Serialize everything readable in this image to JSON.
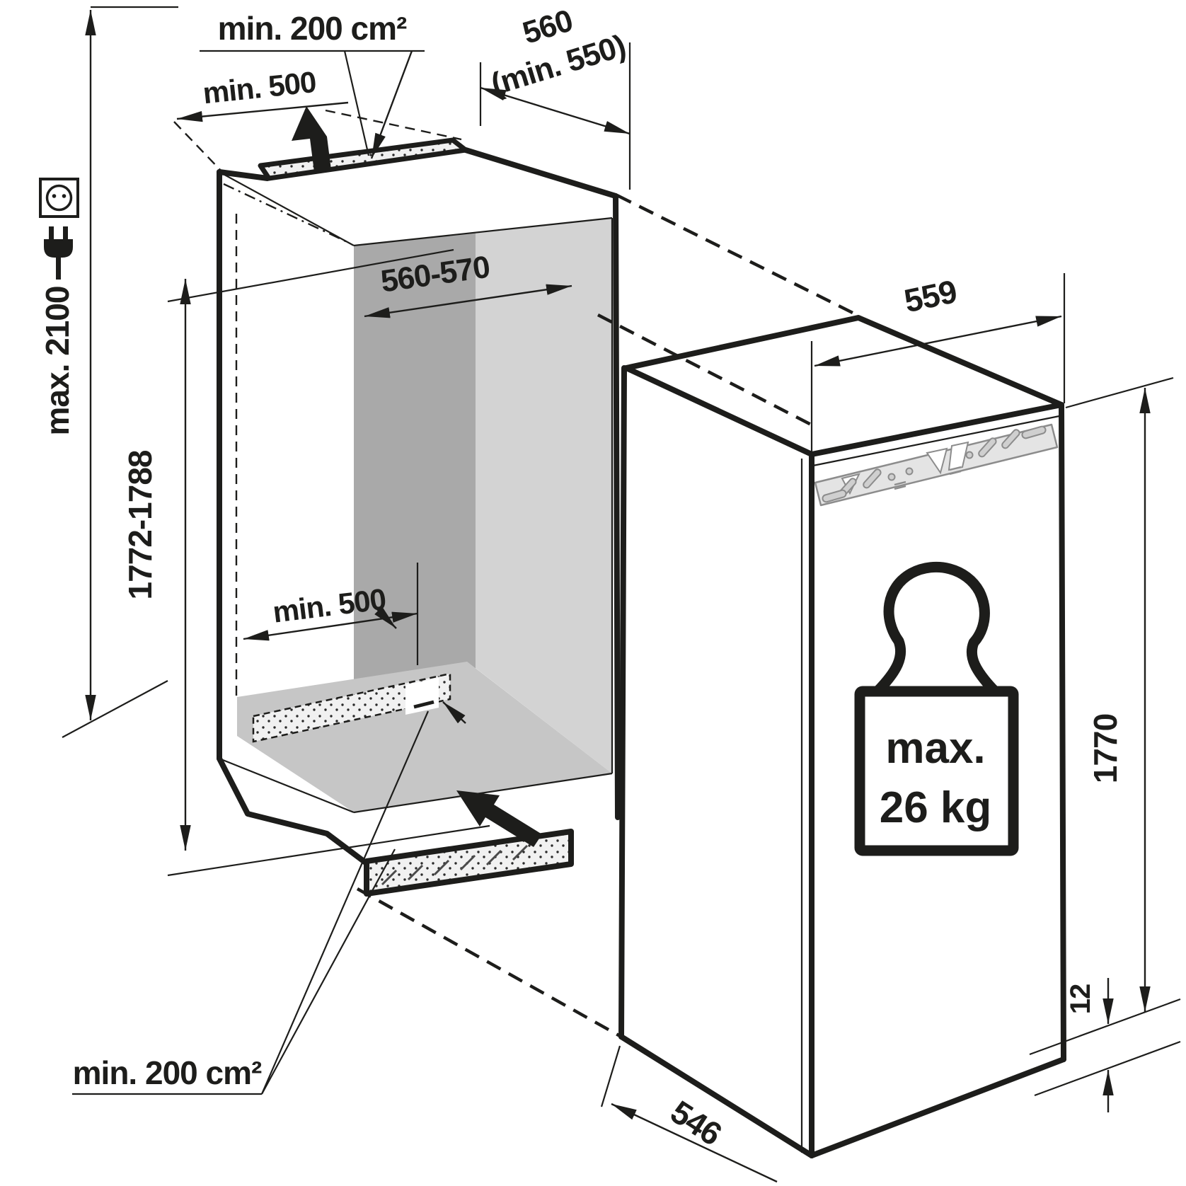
{
  "diagram_title": "built-in appliance niche installation dimensions",
  "labels": {
    "vent_top_area": "min. 200 cm²",
    "clearance_top": "min. 500",
    "niche_depth_line1": "560",
    "niche_depth_line2": "(min. 550)",
    "niche_interior_width": "560-570",
    "ceiling_max_height": "max. 2100",
    "niche_height": "1772-1788",
    "clearance_bottom": "min. 500",
    "vent_bottom_area": "min. 200 cm²",
    "appliance_width": "559",
    "appliance_height": "1770",
    "plinth_gap": "12",
    "appliance_depth": "546",
    "weight_max": "max.",
    "weight_value": "26 kg"
  },
  "icons": [
    "power-socket-icon",
    "power-plug-icon",
    "weight-icon",
    "airflow-up-arrow-icon",
    "airflow-in-arrow-icon"
  ],
  "colors": {
    "ink": "#1d1d1b",
    "background": "#ffffff",
    "wall_back": "#a9a9a9",
    "wall_side": "#d3d3d3",
    "floor": "#c6c6c6",
    "vent_fill": "#f1f1f1",
    "bracket_fill": "#e4e4e4"
  }
}
